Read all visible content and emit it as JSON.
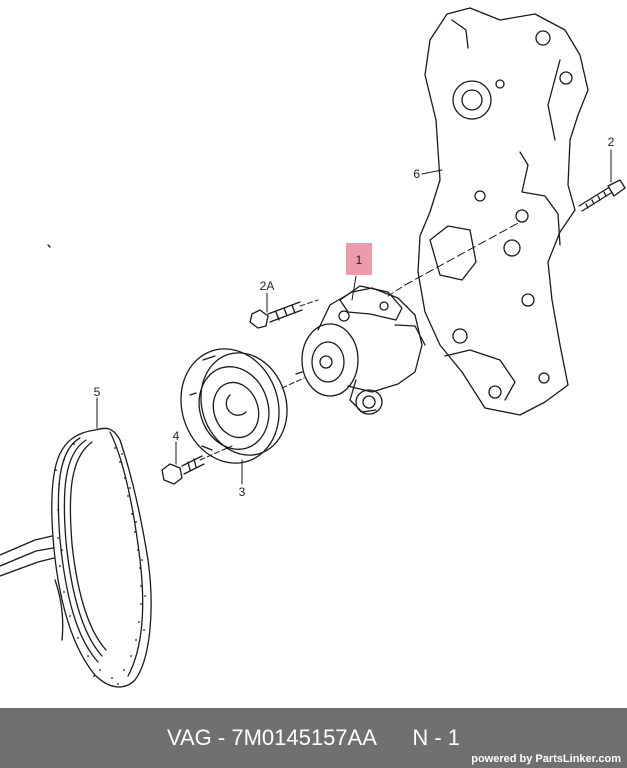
{
  "diagram": {
    "callouts": {
      "c1": "1",
      "c2": "2",
      "c2a": "2A",
      "c3": "3",
      "c4": "4",
      "c5": "5",
      "c6": "6"
    },
    "highlight_color": "#e8899a"
  },
  "footer": {
    "part_text": "VAG - 7M0145157AA      N - 1",
    "powered_by": "powered by PartsLinker.com",
    "background": "#707070"
  }
}
